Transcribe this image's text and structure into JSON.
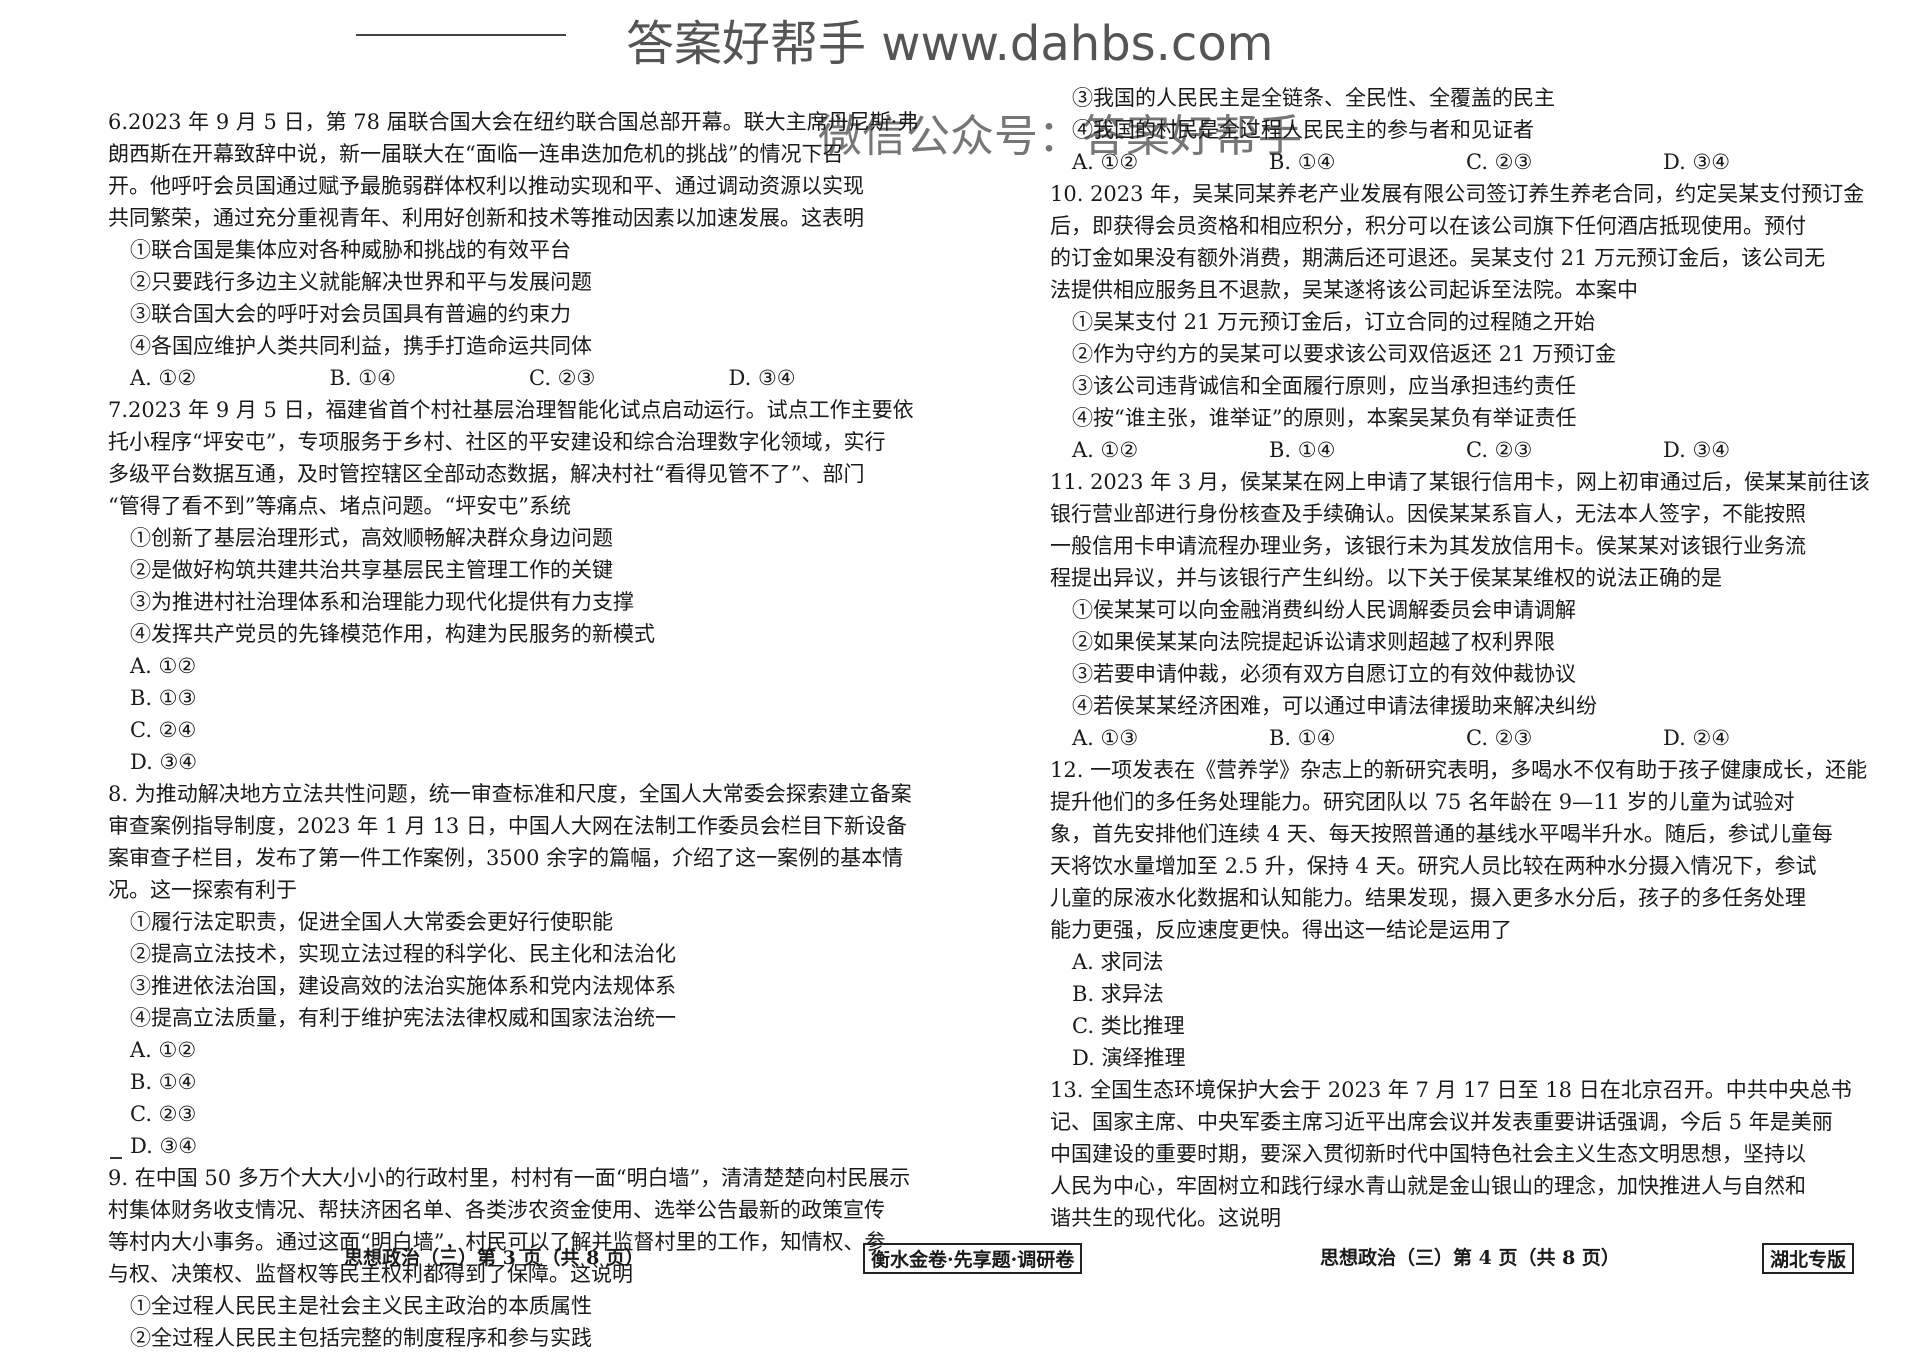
{
  "watermark": {
    "top": "答案好帮手  www.dahbs.com",
    "mid": "微信公众号：答案好帮手"
  },
  "left_column": {
    "q6": {
      "lines": [
        "6.2023 年 9 月 5 日，第 78 届联合国大会在纽约联合国总部开幕。联大主席丹尼斯·弗",
        "朗西斯在开幕致辞中说，新一届联大在“面临一连串迭加危机的挑战”的情况下召",
        "开。他呼吁会员国通过赋予最脆弱群体权利以推动实现和平、通过调动资源以实现",
        "共同繁荣，通过充分重视青年、利用好创新和技术等推动因素以加速发展。这表明"
      ],
      "statements": [
        "①联合国是集体应对各种威胁和挑战的有效平台",
        "②只要践行多边主义就能解决世界和平与发展问题",
        "③联合国大会的呼吁对会员国具有普遍的约束力",
        "④各国应维护人类共同利益，携手打造命运共同体"
      ],
      "choices": [
        "A. ①②",
        "B. ①④",
        "C. ②③",
        "D. ③④"
      ]
    },
    "q7": {
      "lines": [
        "7.2023 年 9 月 5 日，福建省首个村社基层治理智能化试点启动运行。试点工作主要依",
        "托小程序“坪安屯”，专项服务于乡村、社区的平安建设和综合治理数字化领域，实行",
        "多级平台数据互通，及时管控辖区全部动态数据，解决村社“看得见管不了”、部门",
        "“管得了看不到”等痛点、堵点问题。“坪安屯”系统"
      ],
      "statements": [
        "①创新了基层治理形式，高效顺畅解决群众身边问题",
        "②是做好构筑共建共治共享基层民主管理工作的关键",
        "③为推进村社治理体系和治理能力现代化提供有力支撑",
        "④发挥共产党员的先锋模范作用，构建为民服务的新模式"
      ],
      "choices": [
        "A. ①②",
        "B. ①③",
        "C. ②④",
        "D. ③④"
      ]
    },
    "q8": {
      "lines": [
        "8. 为推动解决地方立法共性问题，统一审查标准和尺度，全国人大常委会探索建立备案",
        "审查案例指导制度，2023 年 1 月 13 日，中国人大网在法制工作委员会栏目下新设备",
        "案审查子栏目，发布了第一件工作案例，3500 余字的篇幅，介绍了这一案例的基本情",
        "况。这一探索有利于"
      ],
      "statements": [
        "①履行法定职责，促进全国人大常委会更好行使职能",
        "②提高立法技术，实现立法过程的科学化、民主化和法治化",
        "③推进依法治国，建设高效的法治实施体系和党内法规体系",
        "④提高立法质量，有利于维护宪法法律权威和国家法治统一"
      ],
      "choices": [
        "A. ①②",
        "B. ①④",
        "C. ②③",
        "D. ③④"
      ]
    },
    "q9": {
      "lines": [
        "9. 在中国 50 多万个大大小小的行政村里，村村有一面“明白墙”，清清楚楚向村民展示",
        "村集体财务收支情况、帮扶济困名单、各类涉农资金使用、选举公告最新的政策宣传",
        "等村内大小事务。通过这面“明白墙”，村民可以了解并监督村里的工作，知情权、参",
        "与权、决策权、监督权等民主权利都得到了保障。这说明"
      ],
      "statements": [
        "①全过程人民民主是社会主义民主政治的本质属性",
        "②全过程人民民主包括完整的制度程序和参与实践"
      ]
    }
  },
  "right_column": {
    "q9_cont": {
      "statements": [
        "③我国的人民民主是全链条、全民性、全覆盖的民主",
        "④我国的村民是全过程人民民主的参与者和见证者"
      ],
      "choices": [
        "A. ①②",
        "B. ①④",
        "C. ②③",
        "D. ③④"
      ]
    },
    "q10": {
      "lines": [
        "10. 2023 年，吴某同某养老产业发展有限公司签订养生养老合同，约定吴某支付预订金",
        "后，即获得会员资格和相应积分，积分可以在该公司旗下任何酒店抵现使用。预付",
        "的订金如果没有额外消费，期满后还可退还。吴某支付 21 万元预订金后，该公司无",
        "法提供相应服务且不退款，吴某遂将该公司起诉至法院。本案中"
      ],
      "statements": [
        "①吴某支付 21 万元预订金后，订立合同的过程随之开始",
        "②作为守约方的吴某可以要求该公司双倍返还 21 万预订金",
        "③该公司违背诚信和全面履行原则，应当承担违约责任",
        "④按“谁主张，谁举证”的原则，本案吴某负有举证责任"
      ],
      "choices": [
        "A. ①②",
        "B. ①④",
        "C. ②③",
        "D. ③④"
      ]
    },
    "q11": {
      "lines": [
        "11. 2023 年 3 月，侯某某在网上申请了某银行信用卡，网上初审通过后，侯某某前往该",
        "银行营业部进行身份核查及手续确认。因侯某某系盲人，无法本人签字，不能按照",
        "一般信用卡申请流程办理业务，该银行未为其发放信用卡。侯某某对该银行业务流",
        "程提出异议，并与该银行产生纠纷。以下关于侯某某维权的说法正确的是"
      ],
      "statements": [
        "①侯某某可以向金融消费纠纷人民调解委员会申请调解",
        "②如果侯某某向法院提起诉讼请求则超越了权利界限",
        "③若要申请仲裁，必须有双方自愿订立的有效仲裁协议",
        "④若侯某某经济困难，可以通过申请法律援助来解决纠纷"
      ],
      "choices": [
        "A. ①③",
        "B. ①④",
        "C. ②③",
        "D. ②④"
      ]
    },
    "q12": {
      "lines": [
        "12. 一项发表在《营养学》杂志上的新研究表明，多喝水不仅有助于孩子健康成长，还能",
        "提升他们的多任务处理能力。研究团队以 75 名年龄在 9—11 岁的儿童为试验对",
        "象，首先安排他们连续 4 天、每天按照普通的基线水平喝半升水。随后，参试儿童每",
        "天将饮水量增加至 2.5 升，保持 4 天。研究人员比较在两种水分摄入情况下，参试",
        "儿童的尿液水化数据和认知能力。结果发现，摄入更多水分后，孩子的多任务处理",
        "能力更强，反应速度更快。得出这一结论是运用了"
      ],
      "choices": [
        "A. 求同法",
        "B. 求异法",
        "C. 类比推理",
        "D. 演绎推理"
      ]
    },
    "q13": {
      "lines": [
        "13. 全国生态环境保护大会于 2023 年 7 月 17 日至 18 日在北京召开。中共中央总书",
        "记、国家主席、中央军委主席习近平出席会议并发表重要讲话强调，今后 5 年是美丽",
        "中国建设的重要时期，要深入贯彻新时代中国特色社会主义生态文明思想，坚持以",
        "人民为中心，牢固树立和践行绿水青山就是金山银山的理念，加快推进人与自然和",
        "谐共生的现代化。这说明"
      ]
    }
  },
  "footer": {
    "left": "思想政治（三）第 3 页（共 8 页）",
    "center": "衡水金卷·先享题·调研卷",
    "right": "思想政治（三）第 4 页（共 8 页）",
    "badge": "湖北专版"
  }
}
